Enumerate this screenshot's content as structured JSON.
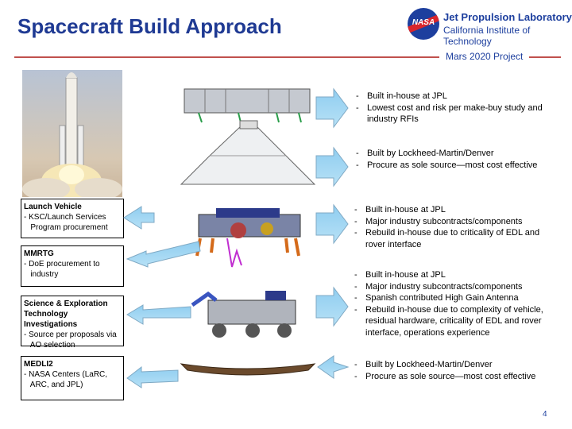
{
  "header": {
    "title": "Spacecraft Build Approach",
    "logo_text": "NASA",
    "org_line1": "Jet Propulsion Laboratory",
    "org_line2": "California Institute of Technology",
    "project": "Mars 2020 Project"
  },
  "left_boxes": [
    {
      "heading": "Launch Vehicle",
      "lines": [
        "- KSC/Launch Services",
        "   Program procurement"
      ]
    },
    {
      "heading": "MMRTG",
      "lines": [
        "- DoE procurement to",
        "   industry"
      ]
    },
    {
      "heading": "Science & Exploration Technology Investigations",
      "lines": [
        "- Source per proposals via",
        "   AO selection"
      ]
    },
    {
      "heading": "MEDLI2",
      "lines": [
        "- NASA Centers (LaRC,",
        "   ARC, and JPL)"
      ]
    }
  ],
  "right_lists": [
    [
      "Built in-house at JPL",
      "Lowest cost and risk per make-buy study and industry RFIs"
    ],
    [
      "Built by Lockheed-Martin/Denver",
      "Procure as sole source—most cost effective"
    ],
    [
      "Built in-house at JPL",
      "Major industry subcontracts/components",
      "Rebuild in-house due to criticality of EDL and rover interface"
    ],
    [
      "Built in-house at JPL",
      "Major industry subcontracts/components",
      "Spanish contributed High Gain Antenna",
      "Rebuild in-house due to complexity of vehicle, residual hardware, criticality of EDL and rover interface, operations experience"
    ],
    [
      "Built by Lockheed-Martin/Denver",
      "Procure as sole source—most cost effective"
    ]
  ],
  "page_number": "4"
}
